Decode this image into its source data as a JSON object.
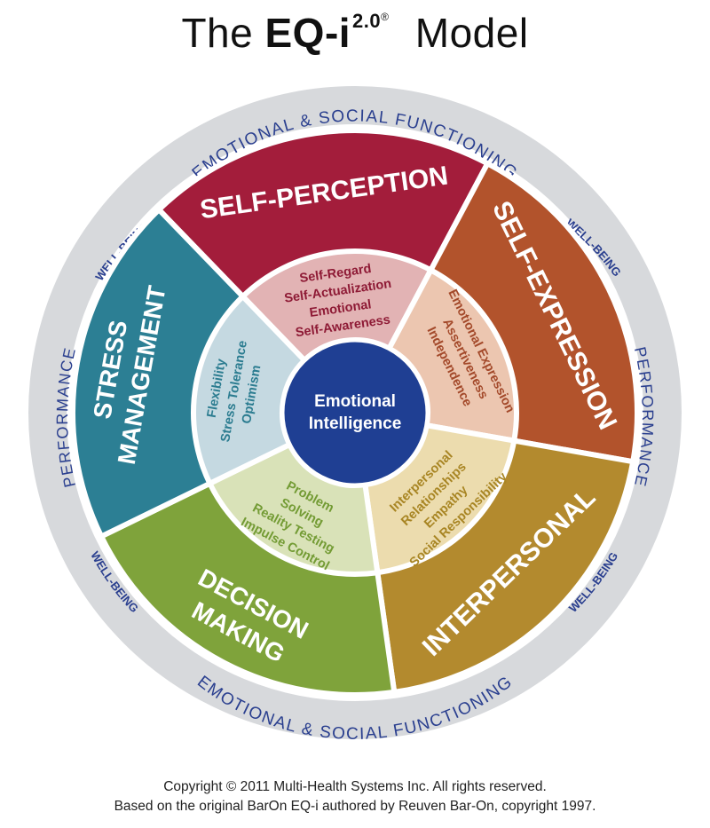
{
  "title": {
    "prefix": "The",
    "brand": "EQ-i",
    "version": "2.0",
    "registered": "®",
    "suffix": "Model"
  },
  "center": {
    "line1": "Emotional",
    "line2": "Intelligence"
  },
  "outer_ring": {
    "top": "EMOTIONAL & SOCIAL FUNCTIONING",
    "bottom": "EMOTIONAL & SOCIAL FUNCTIONING",
    "left": "PERFORMANCE",
    "right": "PERFORMANCE",
    "wellbeing": "WELL-BEING"
  },
  "composites": [
    {
      "id": "self-perception",
      "name": "SELF-PERCEPTION",
      "color": "#a31d3b",
      "light": "#e2b3b4",
      "subscales": [
        "Self-Regard",
        "Self-Actualization",
        "Emotional",
        "Self-Awareness"
      ],
      "text_color": "#8e1a35"
    },
    {
      "id": "self-expression",
      "name": "SELF-EXPRESSION",
      "color": "#b2532c",
      "light": "#ecc6b0",
      "subscales": [
        "Emotional Expression",
        "Assertiveness",
        "Independence"
      ],
      "text_color": "#a3492a"
    },
    {
      "id": "interpersonal",
      "name": "INTERPERSONAL",
      "color": "#b38a2e",
      "light": "#ecdcae",
      "subscales": [
        "Interpersonal",
        "Relationships",
        "Empathy",
        "Social Responsibility"
      ],
      "text_color": "#a88523"
    },
    {
      "id": "decision-making",
      "name": "DECISION",
      "name2": "MAKING",
      "color": "#7fa33b",
      "light": "#d9e2b8",
      "subscales": [
        "Problem",
        "Solving",
        "Reality Testing",
        "Impulse Control"
      ],
      "text_color": "#739b34"
    },
    {
      "id": "stress-management",
      "name": "STRESS",
      "name2": "MANAGEMENT",
      "color": "#2c7f94",
      "light": "#c5d9e1",
      "subscales": [
        "Flexibility",
        "Stress Tolerance",
        "Optimism"
      ],
      "text_color": "#2b7c90"
    }
  ],
  "copyright": {
    "line1": "Copyright © 2011 Multi-Health Systems Inc. All rights reserved.",
    "line2": "Based on the original BarOn EQ-i authored by Reuven Bar-On, copyright 1997."
  }
}
